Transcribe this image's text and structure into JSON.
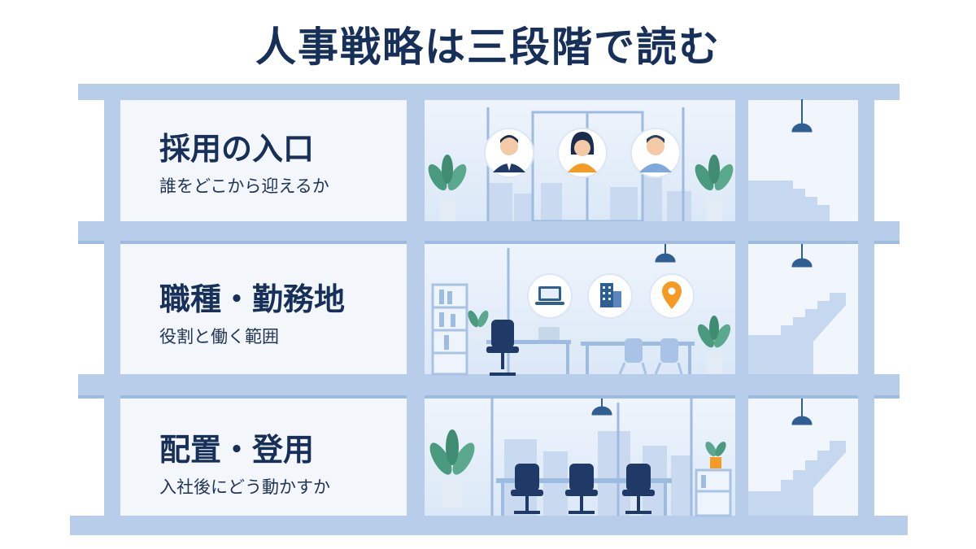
{
  "title": "人事戦略は三段階で読む",
  "floors": [
    {
      "heading": "採用の入口",
      "sub": "誰をどこから迎えるか",
      "icons": [
        "person-suit-icon",
        "person-woman-icon",
        "person-casual-icon"
      ]
    },
    {
      "heading": "職種・勤務地",
      "sub": "役割と働く範囲",
      "icons": [
        "laptop-icon",
        "office-building-icon",
        "location-pin-icon"
      ]
    },
    {
      "heading": "配置・登用",
      "sub": "入社後にどう動かすか",
      "icons": []
    }
  ],
  "colors": {
    "navy": "#17305a",
    "structure": "#b7cdea",
    "structure_dark": "#9ebbe0",
    "glass": "#e6f0fb",
    "accent_orange": "#f59a23",
    "plant_green": "#4a9a7f"
  }
}
